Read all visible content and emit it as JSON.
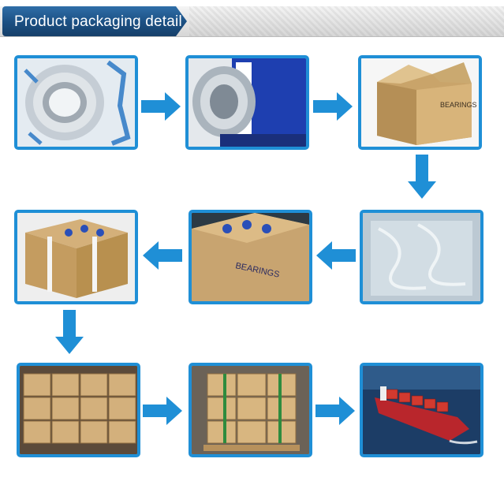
{
  "header": {
    "title": "Product packaging detail"
  },
  "colors": {
    "accent": "#1f8fd6",
    "banner": "#1b4f82"
  },
  "photos": [
    {
      "name": "bearings-in-plastic-bags"
    },
    {
      "name": "bearing-in-branded-box"
    },
    {
      "name": "open-carton",
      "carton_text": "BEARINGS"
    },
    {
      "name": "plastic-wrap-lined-carton"
    },
    {
      "name": "sealed-carton",
      "carton_text": "BEARINGS"
    },
    {
      "name": "strapped-carton"
    },
    {
      "name": "stacked-cartons-warehouse"
    },
    {
      "name": "palletized-cartons"
    },
    {
      "name": "container-ship"
    }
  ]
}
